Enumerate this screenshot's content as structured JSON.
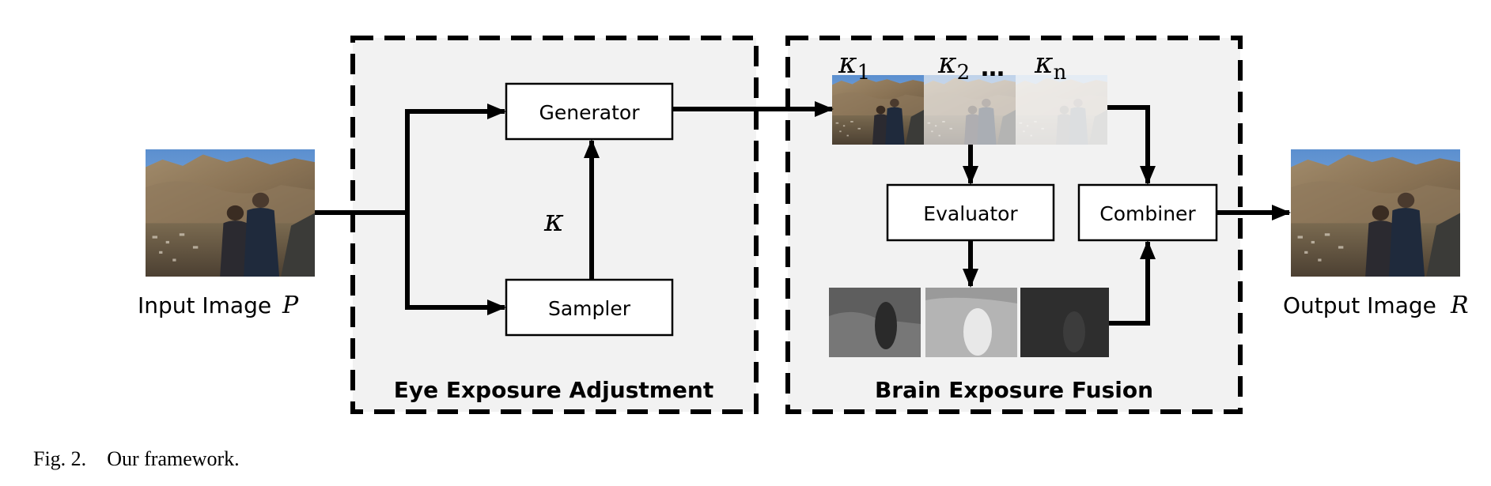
{
  "panels": {
    "eye": {
      "title": "Eye Exposure Adjustment"
    },
    "brain": {
      "title": "Brain Exposure Fusion"
    }
  },
  "blocks": {
    "generator": "Generator",
    "sampler": "Sampler",
    "evaluator": "Evaluator",
    "combiner": "Combiner"
  },
  "symbols": {
    "kappa": "κ",
    "kappa_1": {
      "base": "κ",
      "sub": "1"
    },
    "kappa_2": {
      "base": "κ",
      "sub": "2"
    },
    "ellipsis": "…",
    "kappa_n": {
      "base": "κ",
      "sub": "n"
    }
  },
  "input": {
    "label": "Input Image",
    "symbol": "P"
  },
  "output": {
    "label": "Output Image",
    "symbol": "R"
  },
  "caption": {
    "fig": "Fig. 2.",
    "text": "Our framework."
  },
  "colors": {
    "panel_fill": "#f2f2f2",
    "stroke": "#000000"
  }
}
